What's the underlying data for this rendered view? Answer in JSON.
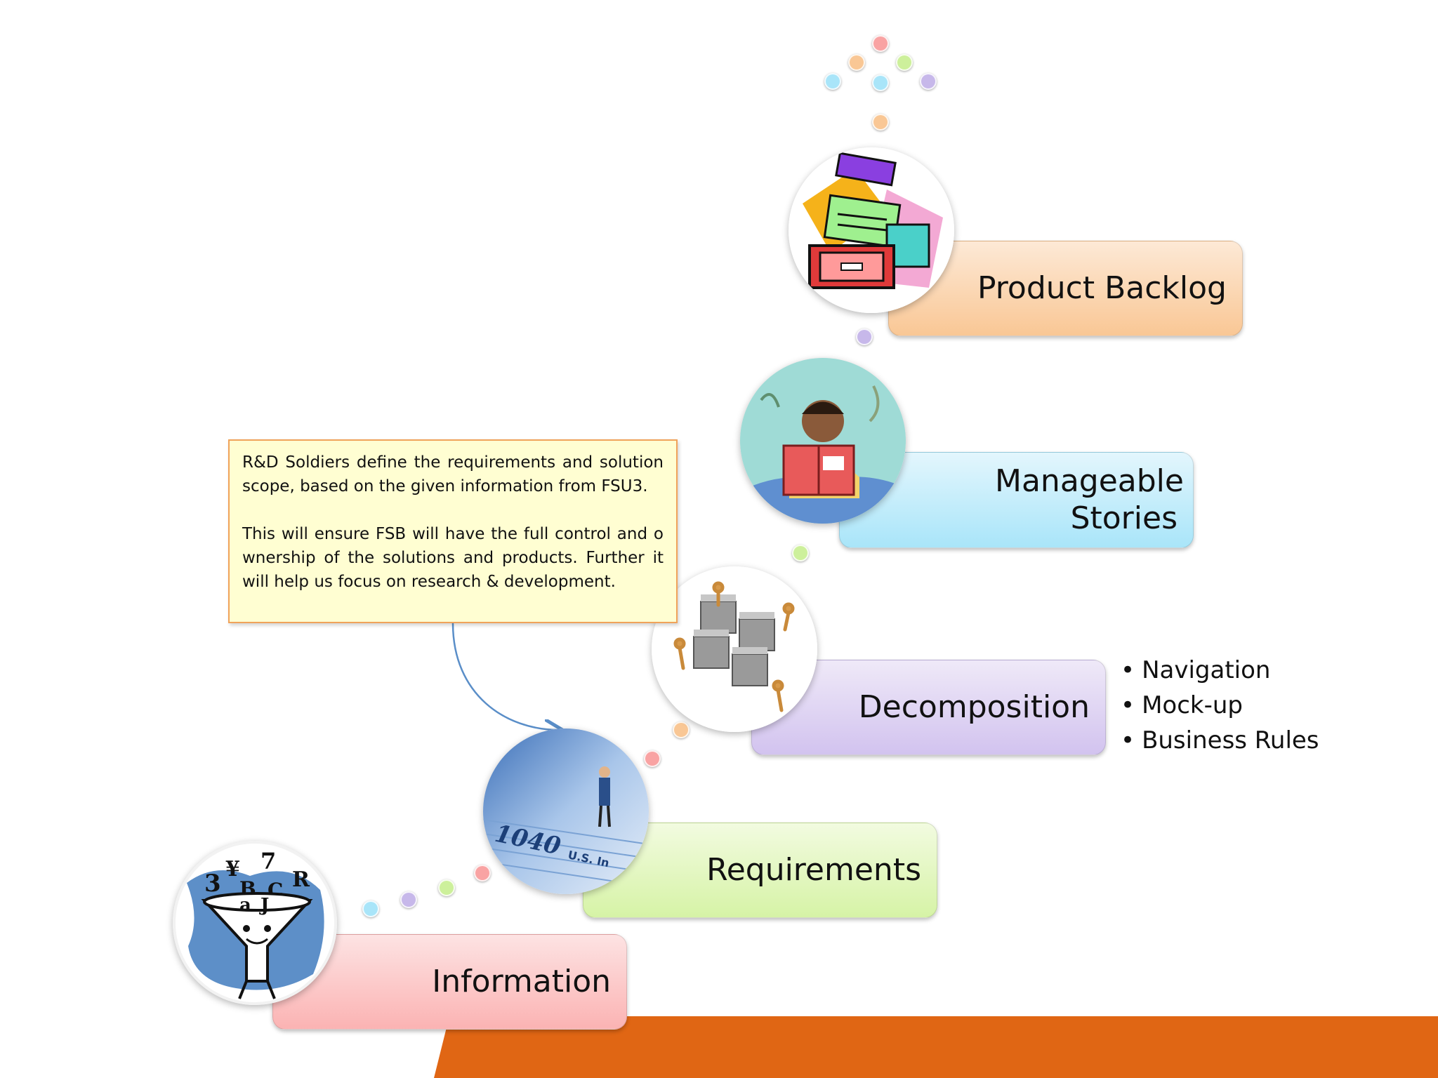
{
  "diagram": {
    "stages": [
      {
        "label": "Information",
        "color_top": "#fde3e3",
        "color_bottom": "#fbb3b3"
      },
      {
        "label": "Requirements",
        "color_top": "#f2fbe0",
        "color_bottom": "#d6f3a6"
      },
      {
        "label": "Decomposition",
        "color_top": "#efe9f8",
        "color_bottom": "#d2c3ef"
      },
      {
        "label": "Manageable Stories",
        "color_top": "#e3f6fd",
        "color_bottom": "#a9e5f9"
      },
      {
        "label": "Product Backlog",
        "color_top": "#fde9d6",
        "color_bottom": "#f9c795"
      }
    ],
    "decomposition_items": [
      "Navigation",
      "Mock-up",
      "Business Rules"
    ],
    "callout": {
      "paragraph_1": "R&D Soldiers define the requirements and solution scope, based on the given information from FSU3.",
      "paragraph_2": "This will ensure FSB will have the full control and o wnership of the solutions and products. Further it will help us focus on research & development."
    },
    "colors": {
      "footer_orange": "#e06614",
      "callout_fill": "#fffed2",
      "callout_border": "#f0a35a",
      "arrow": "#5a8ec8"
    },
    "icons": {
      "information": "funnel-letters-icon",
      "requirements": "tax-form-figure-icon",
      "decomposition": "puzzle-figures-icon",
      "stories": "reading-person-icon",
      "backlog": "card-file-icon"
    }
  }
}
